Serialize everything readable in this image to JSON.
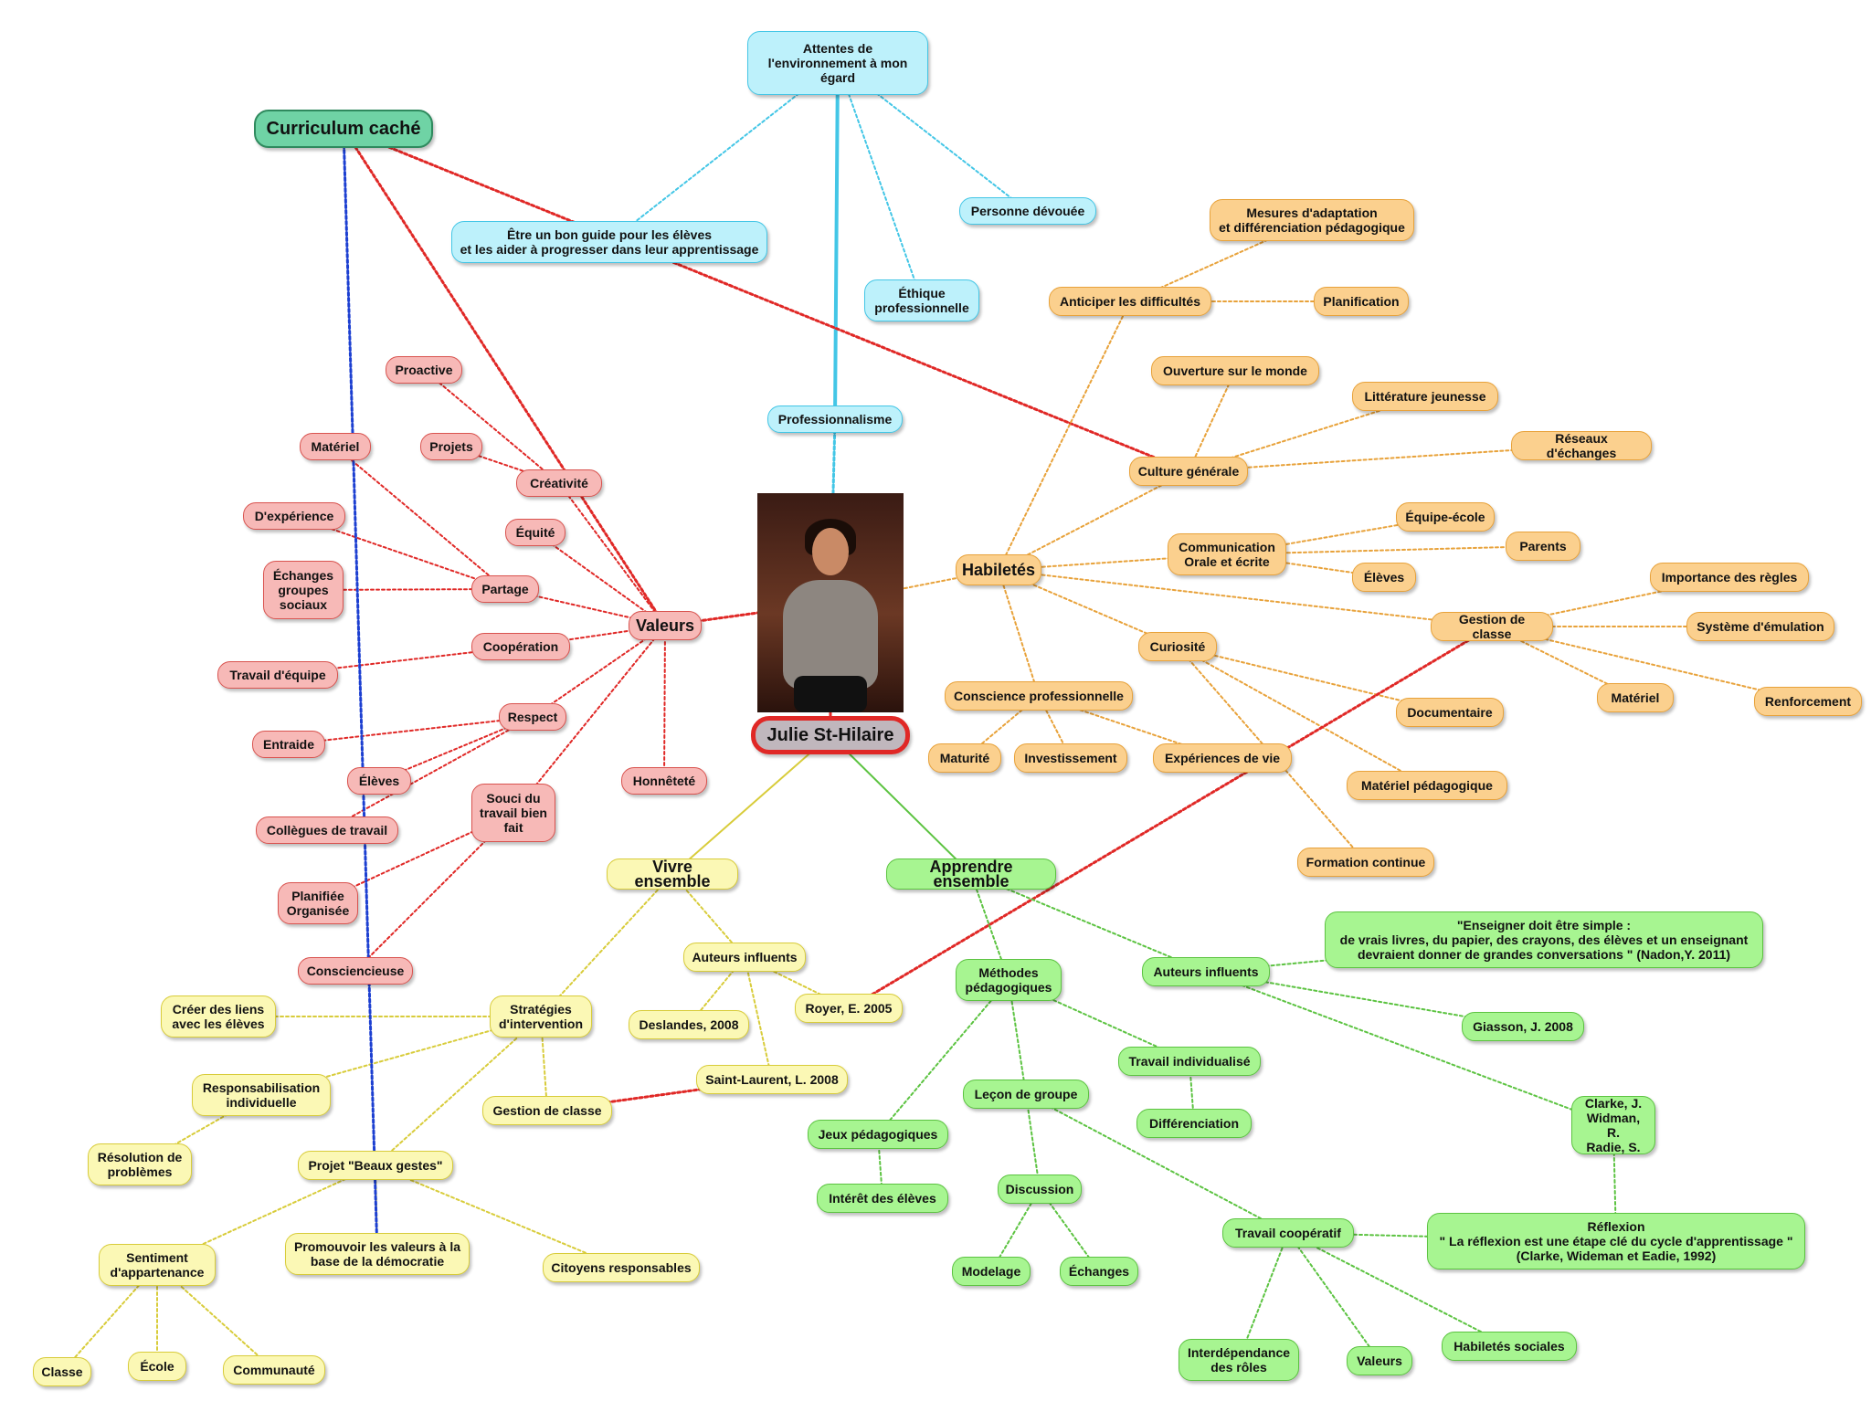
{
  "center": "Julie St-Hilaire",
  "photo_label": "portrait",
  "colors": {
    "red": "#e02826",
    "orange": "#e8a23a",
    "yellow": "#d8cc3a",
    "green": "#5cc341",
    "cyan": "#43c6e6",
    "blue": "#1c3fd1",
    "teal": "#2f8a5e"
  },
  "nodes": {
    "curriculum": "Curriculum caché",
    "attentes": "Attentes de\nl'environnement à mon\négard",
    "guide": "Être un bon guide pour les élèves\net les aider à progresser dans leur apprentissage",
    "devouee": "Personne dévouée",
    "ethique": "Éthique\nprofessionnelle",
    "professionnalisme": "Professionnalisme",
    "valeurs": "Valeurs",
    "proactive": "Proactive",
    "creativite": "Créativité",
    "projets": "Projets",
    "materiel_r": "Matériel",
    "experience": "D'expérience",
    "echanges_groupes": "Échanges\ngroupes\nsociaux",
    "partage": "Partage",
    "equite": "Équité",
    "cooperation": "Coopération",
    "travail_equipe": "Travail d'équipe",
    "entraide": "Entraide",
    "respect": "Respect",
    "eleves_r": "Élèves",
    "collegues": "Collègues de travail",
    "souci": "Souci du\ntravail bien\nfait",
    "planifiee": "Planifiée\nOrganisée",
    "consciencieuse": "Consciencieuse",
    "honnetete": "Honnêteté",
    "habiletes": "Habiletés",
    "mesures": "Mesures d'adaptation\net différenciation pédagogique",
    "anticiper": "Anticiper les difficultés",
    "planification": "Planification",
    "ouverture": "Ouverture sur le monde",
    "litterature": "Littérature jeunesse",
    "reseaux": "Réseaux d'échanges",
    "culture": "Culture générale",
    "communication": "Communication\nOrale et écrite",
    "equipe_ecole": "Équipe-école",
    "parents": "Parents",
    "eleves_o": "Élèves",
    "importance": "Importance des règles",
    "gestion_o": "Gestion de classe",
    "systeme": "Système d'émulation",
    "curiosite": "Curiosité",
    "materiel_o": "Matériel",
    "renforcement": "Renforcement",
    "documentaire": "Documentaire",
    "conscience": "Conscience professionnelle",
    "maturite": "Maturité",
    "investissement": "Investissement",
    "experiences_vie": "Expériences de vie",
    "materiel_peda": "Matériel pédagogique",
    "formation": "Formation continue",
    "vivre": "Vivre ensemble",
    "auteurs_y": "Auteurs influents",
    "deslandes": "Deslandes, 2008",
    "royer": "Royer, E. 2005",
    "saint_laurent": "Saint-Laurent, L. 2008",
    "strategies": "Stratégies\nd'intervention",
    "creer": "Créer des liens\navec les élèves",
    "responsabilisation": "Responsabilisation\nindividuelle",
    "gestion_y": "Gestion de classe",
    "resolution": "Résolution de\nproblèmes",
    "projet_beaux": "Projet \"Beaux gestes\"",
    "sentiment": "Sentiment\nd'appartenance",
    "promouvoir": "Promouvoir les valeurs à la\nbase de la démocratie",
    "citoyens": "Citoyens responsables",
    "classe": "Classe",
    "ecole": "École",
    "communaute": "Communauté",
    "apprendre": "Apprendre ensemble",
    "methodes": "Méthodes\npédagogiques",
    "auteurs_g": "Auteurs influents",
    "nadon": "\"Enseigner doit être simple :\nde vrais livres, du papier, des crayons, des élèves et un enseignant\ndevraient donner de grandes conversations \" (Nadon,Y. 2011)",
    "giasson": "Giasson, J. 2008",
    "clarke": "Clarke, J.\nWidman, R.\nRadie, S.",
    "reflexion": "Réflexion\n\" La réflexion est une étape clé du cycle d'apprentissage \"\n(Clarke, Wideman et Eadie, 1992)",
    "travail_indiv": "Travail individualisé",
    "differenciation": "Différenciation",
    "lecon": "Leçon de groupe",
    "jeux": "Jeux pédagogiques",
    "interet": "Intérêt des élèves",
    "discussion": "Discussion",
    "modelage": "Modelage",
    "echanges_g": "Échanges",
    "travail_coop": "Travail coopératif",
    "interdependance": "Interdépendance\ndes rôles",
    "valeurs_g": "Valeurs",
    "habiletes_soc": "Habiletés sociales"
  }
}
